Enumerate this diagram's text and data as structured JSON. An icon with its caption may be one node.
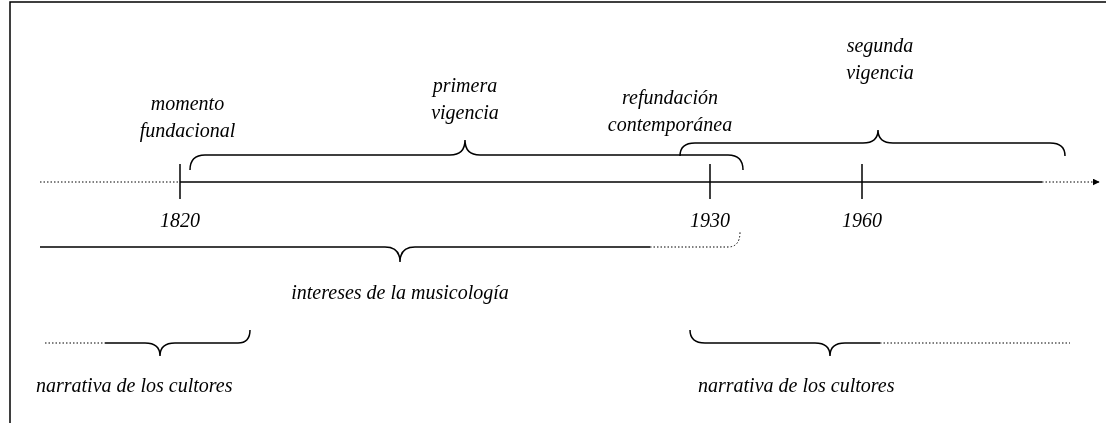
{
  "diagram": {
    "labels": [
      "segunda vigencia",
      "primera vigencia",
      "momento fundacional",
      "refundación contemporánea",
      "1820",
      "1930",
      "1960",
      "intereses de la musicología",
      "narrativa de los cultores",
      "narrativa de los cultores"
    ]
  }
}
